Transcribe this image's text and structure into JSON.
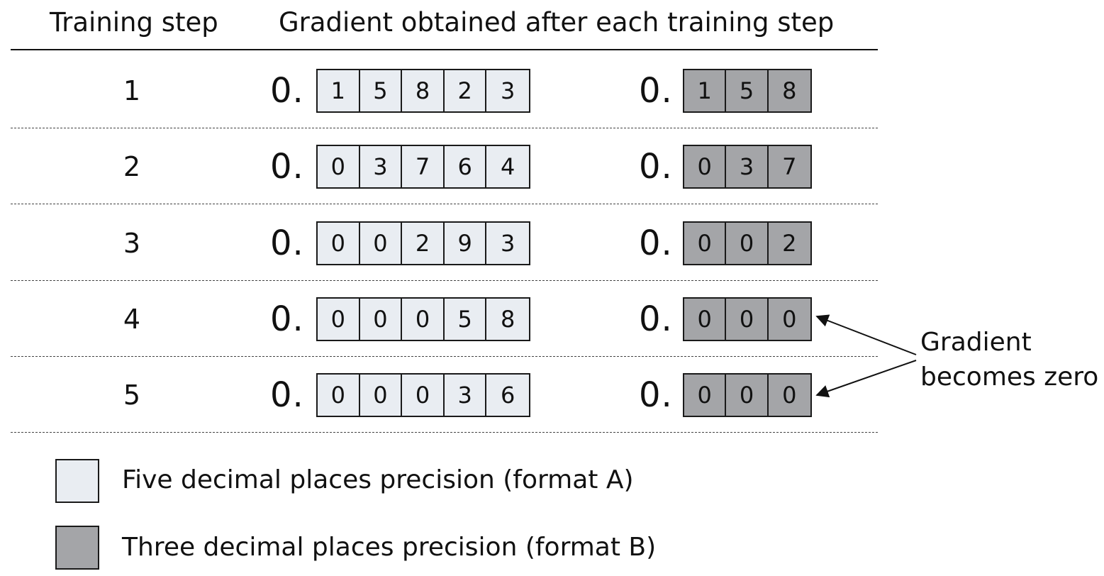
{
  "header": {
    "step_label": "Training step",
    "gradient_label": "Gradient obtained after each training step"
  },
  "rows": [
    {
      "step": "1",
      "prefix_a": "0.",
      "digits_a": [
        "1",
        "5",
        "8",
        "2",
        "3"
      ],
      "prefix_b": "0.",
      "digits_b": [
        "1",
        "5",
        "8"
      ]
    },
    {
      "step": "2",
      "prefix_a": "0.",
      "digits_a": [
        "0",
        "3",
        "7",
        "6",
        "4"
      ],
      "prefix_b": "0.",
      "digits_b": [
        "0",
        "3",
        "7"
      ]
    },
    {
      "step": "3",
      "prefix_a": "0.",
      "digits_a": [
        "0",
        "0",
        "2",
        "9",
        "3"
      ],
      "prefix_b": "0.",
      "digits_b": [
        "0",
        "0",
        "2"
      ]
    },
    {
      "step": "4",
      "prefix_a": "0.",
      "digits_a": [
        "0",
        "0",
        "0",
        "5",
        "8"
      ],
      "prefix_b": "0.",
      "digits_b": [
        "0",
        "0",
        "0"
      ]
    },
    {
      "step": "5",
      "prefix_a": "0.",
      "digits_a": [
        "0",
        "0",
        "0",
        "3",
        "6"
      ],
      "prefix_b": "0.",
      "digits_b": [
        "0",
        "0",
        "0"
      ]
    }
  ],
  "annotation": {
    "line1": "Gradient",
    "line2": "becomes zero"
  },
  "legend": [
    {
      "label": "Five decimal places precision (format A)",
      "color": "#e9edf2"
    },
    {
      "label": "Three decimal places precision (format B)",
      "color": "#a4a5a8"
    }
  ]
}
